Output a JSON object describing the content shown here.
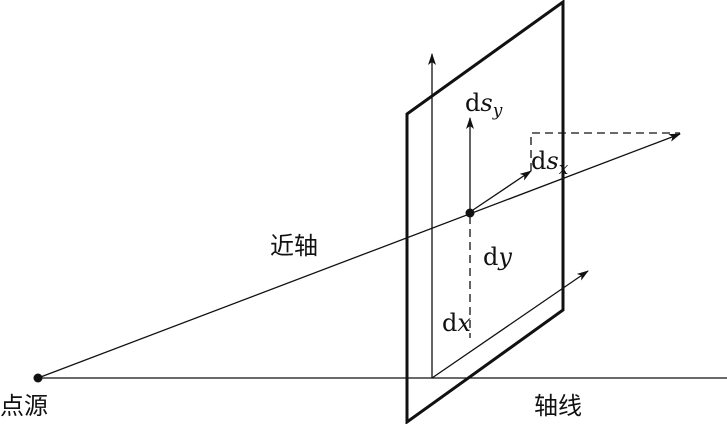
{
  "labels": {
    "source": "点源",
    "paraxial": "近轴",
    "axis": "轴线",
    "ds_y_d": "d",
    "ds_y_s": "s",
    "ds_y_sub": "y",
    "ds_x_d": "d",
    "ds_x_s": "s",
    "ds_x_sub": "x",
    "dy_d": "d",
    "dy_var": "y",
    "dx_d": "d",
    "dx_var": "x"
  },
  "colors": {
    "ink": "#111111",
    "background": "#ffffff"
  }
}
